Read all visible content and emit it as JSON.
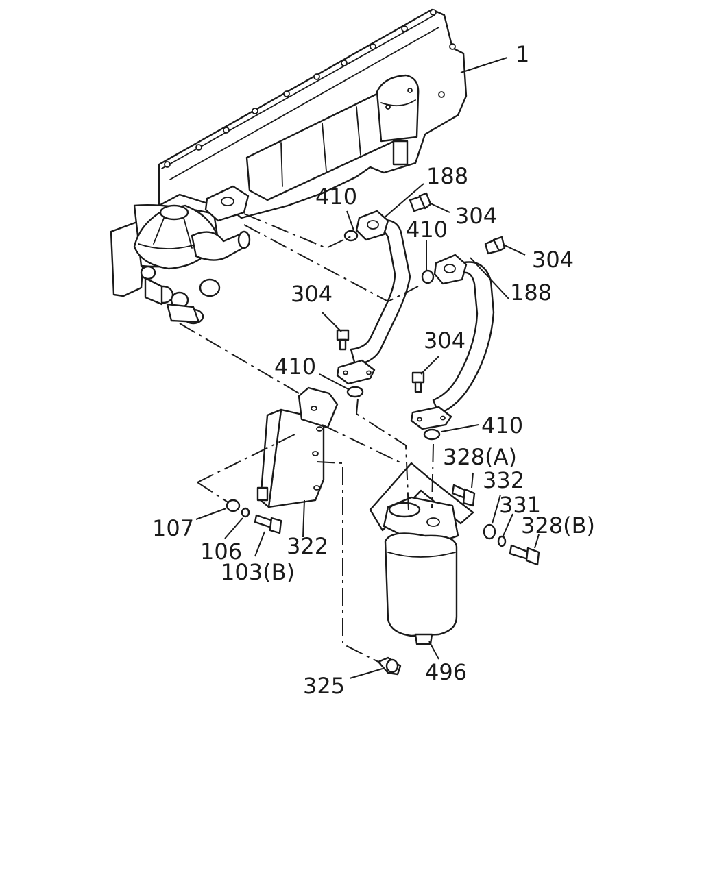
{
  "callouts": {
    "c1": "1",
    "c188a": "188",
    "c188b": "188",
    "c304a": "304",
    "c304b": "304",
    "c304c": "304",
    "c304d": "304",
    "c410a": "410",
    "c410b": "410",
    "c410c": "410",
    "c410d": "410",
    "c328a": "328(A)",
    "c332": "332",
    "c331": "331",
    "c328b": "328(B)",
    "c107": "107",
    "c106": "106",
    "c103b": "103(B)",
    "c322": "322",
    "c325": "325",
    "c496": "496"
  },
  "colors": {
    "line": "#1a1a1a",
    "background": "#ffffff"
  }
}
